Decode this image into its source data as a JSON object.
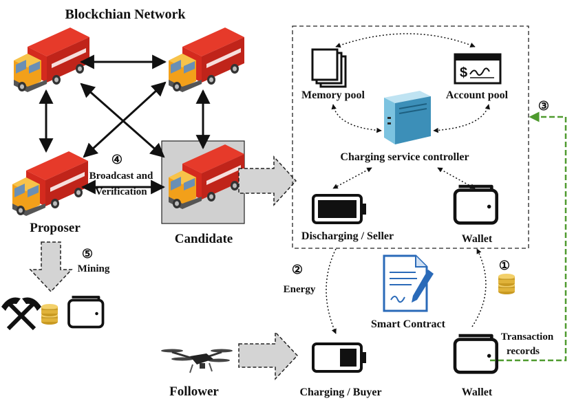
{
  "network": {
    "title": "Blockchian Network",
    "proposer_label": "Proposer",
    "candidate_label": "Candidate",
    "step4_num": "④",
    "step4_line1": "Broadcast and",
    "step4_line2": "Verification",
    "step5_num": "⑤",
    "step5_label": "Mining"
  },
  "controller": {
    "memory_pool_label": "Memory pool",
    "account_pool_label": "Account pool",
    "title": "Charging service controller",
    "discharging_label": "Discharging / Seller",
    "wallet_label": "Wallet"
  },
  "flows": {
    "step1_num": "①",
    "step2_num": "②",
    "step3_num": "③",
    "energy_label": "Energy",
    "smart_contract_label": "Smart Contract",
    "transaction_line1": "Transaction",
    "transaction_line2": "records",
    "follower_label": "Follower",
    "charging_label": "Charging / Buyer",
    "wallet_label": "Wallet"
  },
  "colors": {
    "truck_red": "#d42a1e",
    "truck_cab": "#f2a01a",
    "green_dash": "#4e9a2e",
    "server_blue": "#4aa0c8",
    "doc_blue": "#2a6ab8",
    "coin_gold": "#e0b33a",
    "arrow_gray": "#d4d4d4"
  }
}
